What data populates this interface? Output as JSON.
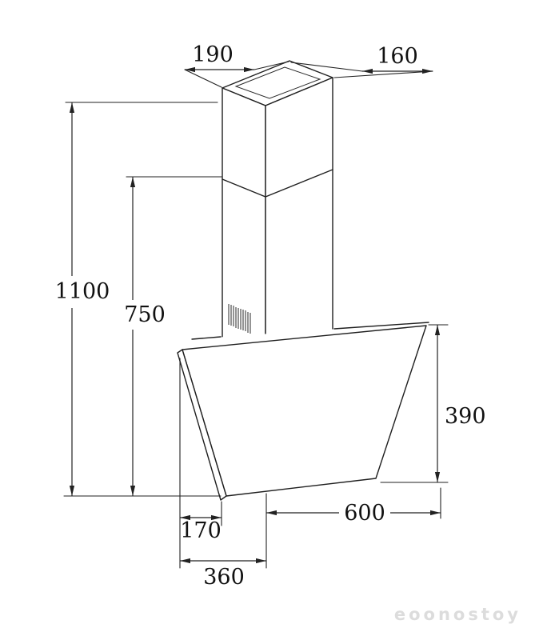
{
  "drawing": {
    "subject": "cooker-hood-dimension-drawing",
    "line_color": "#1f1f1f",
    "background": "#ffffff",
    "dimensions": {
      "duct_width": "190",
      "duct_depth": "160",
      "total_height": "1100",
      "chimney_height": "750",
      "body_height": "390",
      "body_width": "600",
      "body_top_depth": "170",
      "body_depth": "360"
    },
    "watermark": "eoonostoy"
  }
}
